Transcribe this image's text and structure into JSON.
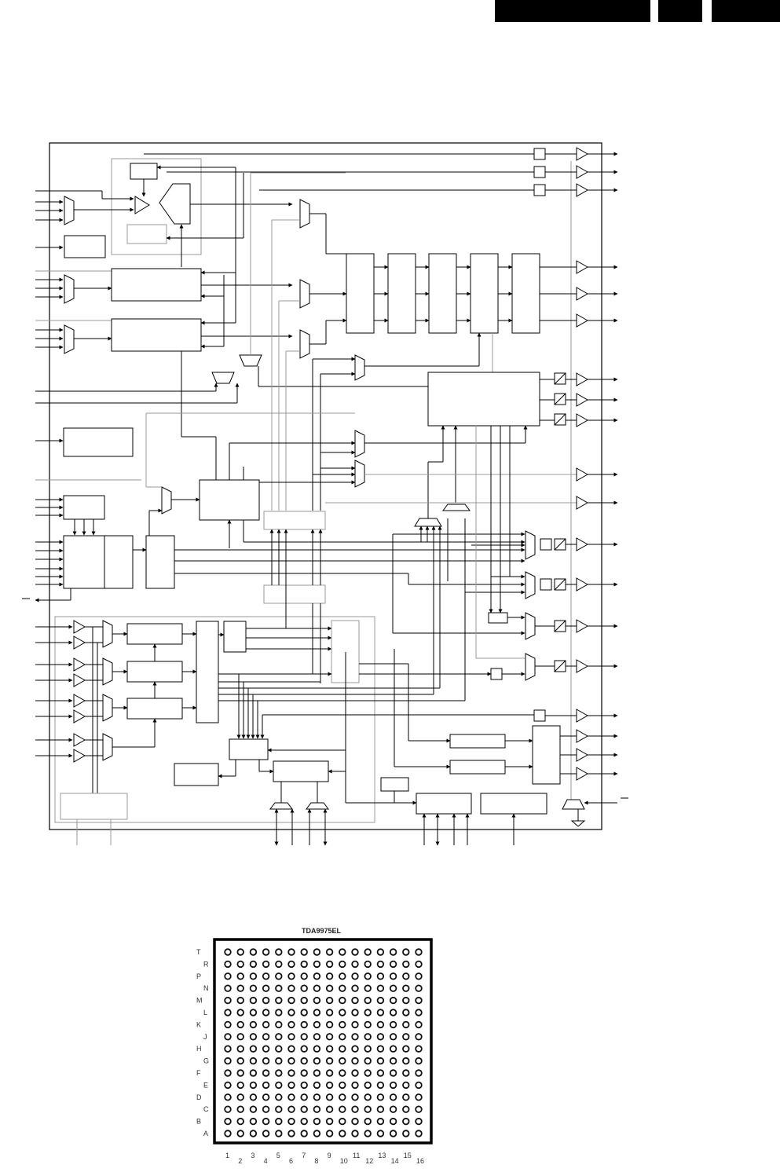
{
  "header": {
    "blocks": [
      "black-block",
      "black-block",
      "black-block"
    ]
  },
  "pinout": {
    "chip_name": "TDA9975EL",
    "row_labels": [
      "T",
      "R",
      "P",
      "N",
      "M",
      "L",
      "K",
      "J",
      "H",
      "G",
      "F",
      "E",
      "D",
      "C",
      "B",
      "A"
    ],
    "column_labels": [
      "1",
      "2",
      "3",
      "4",
      "5",
      "6",
      "7",
      "8",
      "9",
      "10",
      "11",
      "12",
      "13",
      "14",
      "15",
      "16"
    ]
  },
  "colors": {
    "ink": "#000000",
    "grey_line": "#9a9a9a",
    "paper": "#ffffff"
  }
}
